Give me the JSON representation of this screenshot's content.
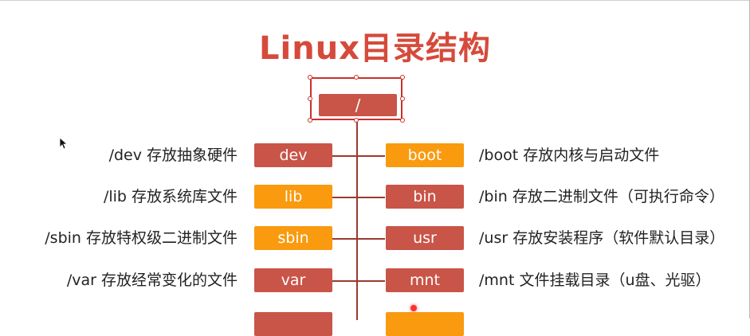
{
  "title": "Linux目录结构",
  "root": "/",
  "left_rows": [
    {
      "box": "dev",
      "desc": "/dev 存放抽象硬件",
      "color": "#c95448"
    },
    {
      "box": "lib",
      "desc": "/lib 存放系统库文件",
      "color": "#f99a0f"
    },
    {
      "box": "sbin",
      "desc": "/sbin 存放特权级二进制文件",
      "color": "#f99a0f"
    },
    {
      "box": "var",
      "desc": "/var 存放经常变化的文件",
      "color": "#c95448"
    }
  ],
  "right_rows": [
    {
      "box": "boot",
      "desc": "/boot 存放内核与启动文件",
      "color": "#f99a0f"
    },
    {
      "box": "bin",
      "desc": "/bin 存放二进制文件（可执行命令）",
      "color": "#c95448"
    },
    {
      "box": "usr",
      "desc": "/usr 存放安装程序（软件默认目录）",
      "color": "#c95448"
    },
    {
      "box": "mnt",
      "desc": "/mnt 文件挂载目录（u盘、光驱）",
      "color": "#c95448"
    }
  ],
  "colors": {
    "title": "#d64a3b",
    "red": "#c95448",
    "orange": "#f99a0f",
    "line": "#9a3a30"
  }
}
